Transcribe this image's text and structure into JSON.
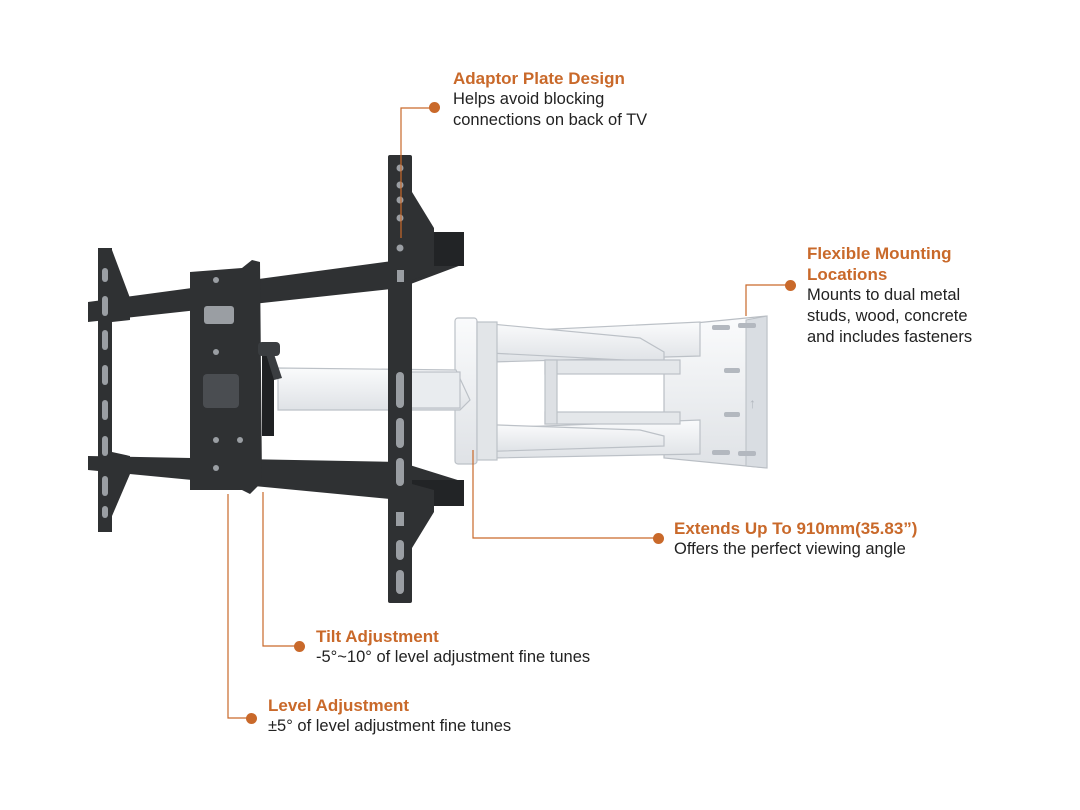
{
  "colors": {
    "accent": "#c9692a",
    "text": "#222222",
    "bracket_dark": "#2f3133",
    "arm_light": "#eef0f2"
  },
  "callouts": {
    "adaptor_plate": {
      "title": "Adaptor Plate Design",
      "description": "Helps avoid blocking\nconnections on back of TV"
    },
    "flexible_mounting": {
      "title": "Flexible Mounting\nLocations",
      "description": "Mounts to dual metal\nstuds, wood, concrete\nand includes fasteners"
    },
    "extends": {
      "title": "Extends Up To 910mm(35.83”)",
      "description": "Offers the perfect viewing angle"
    },
    "tilt": {
      "title": "Tilt Adjustment",
      "description": "-5°~10° of level adjustment fine tunes"
    },
    "level": {
      "title": "Level Adjustment",
      "description": "±5° of level adjustment fine tunes"
    }
  }
}
